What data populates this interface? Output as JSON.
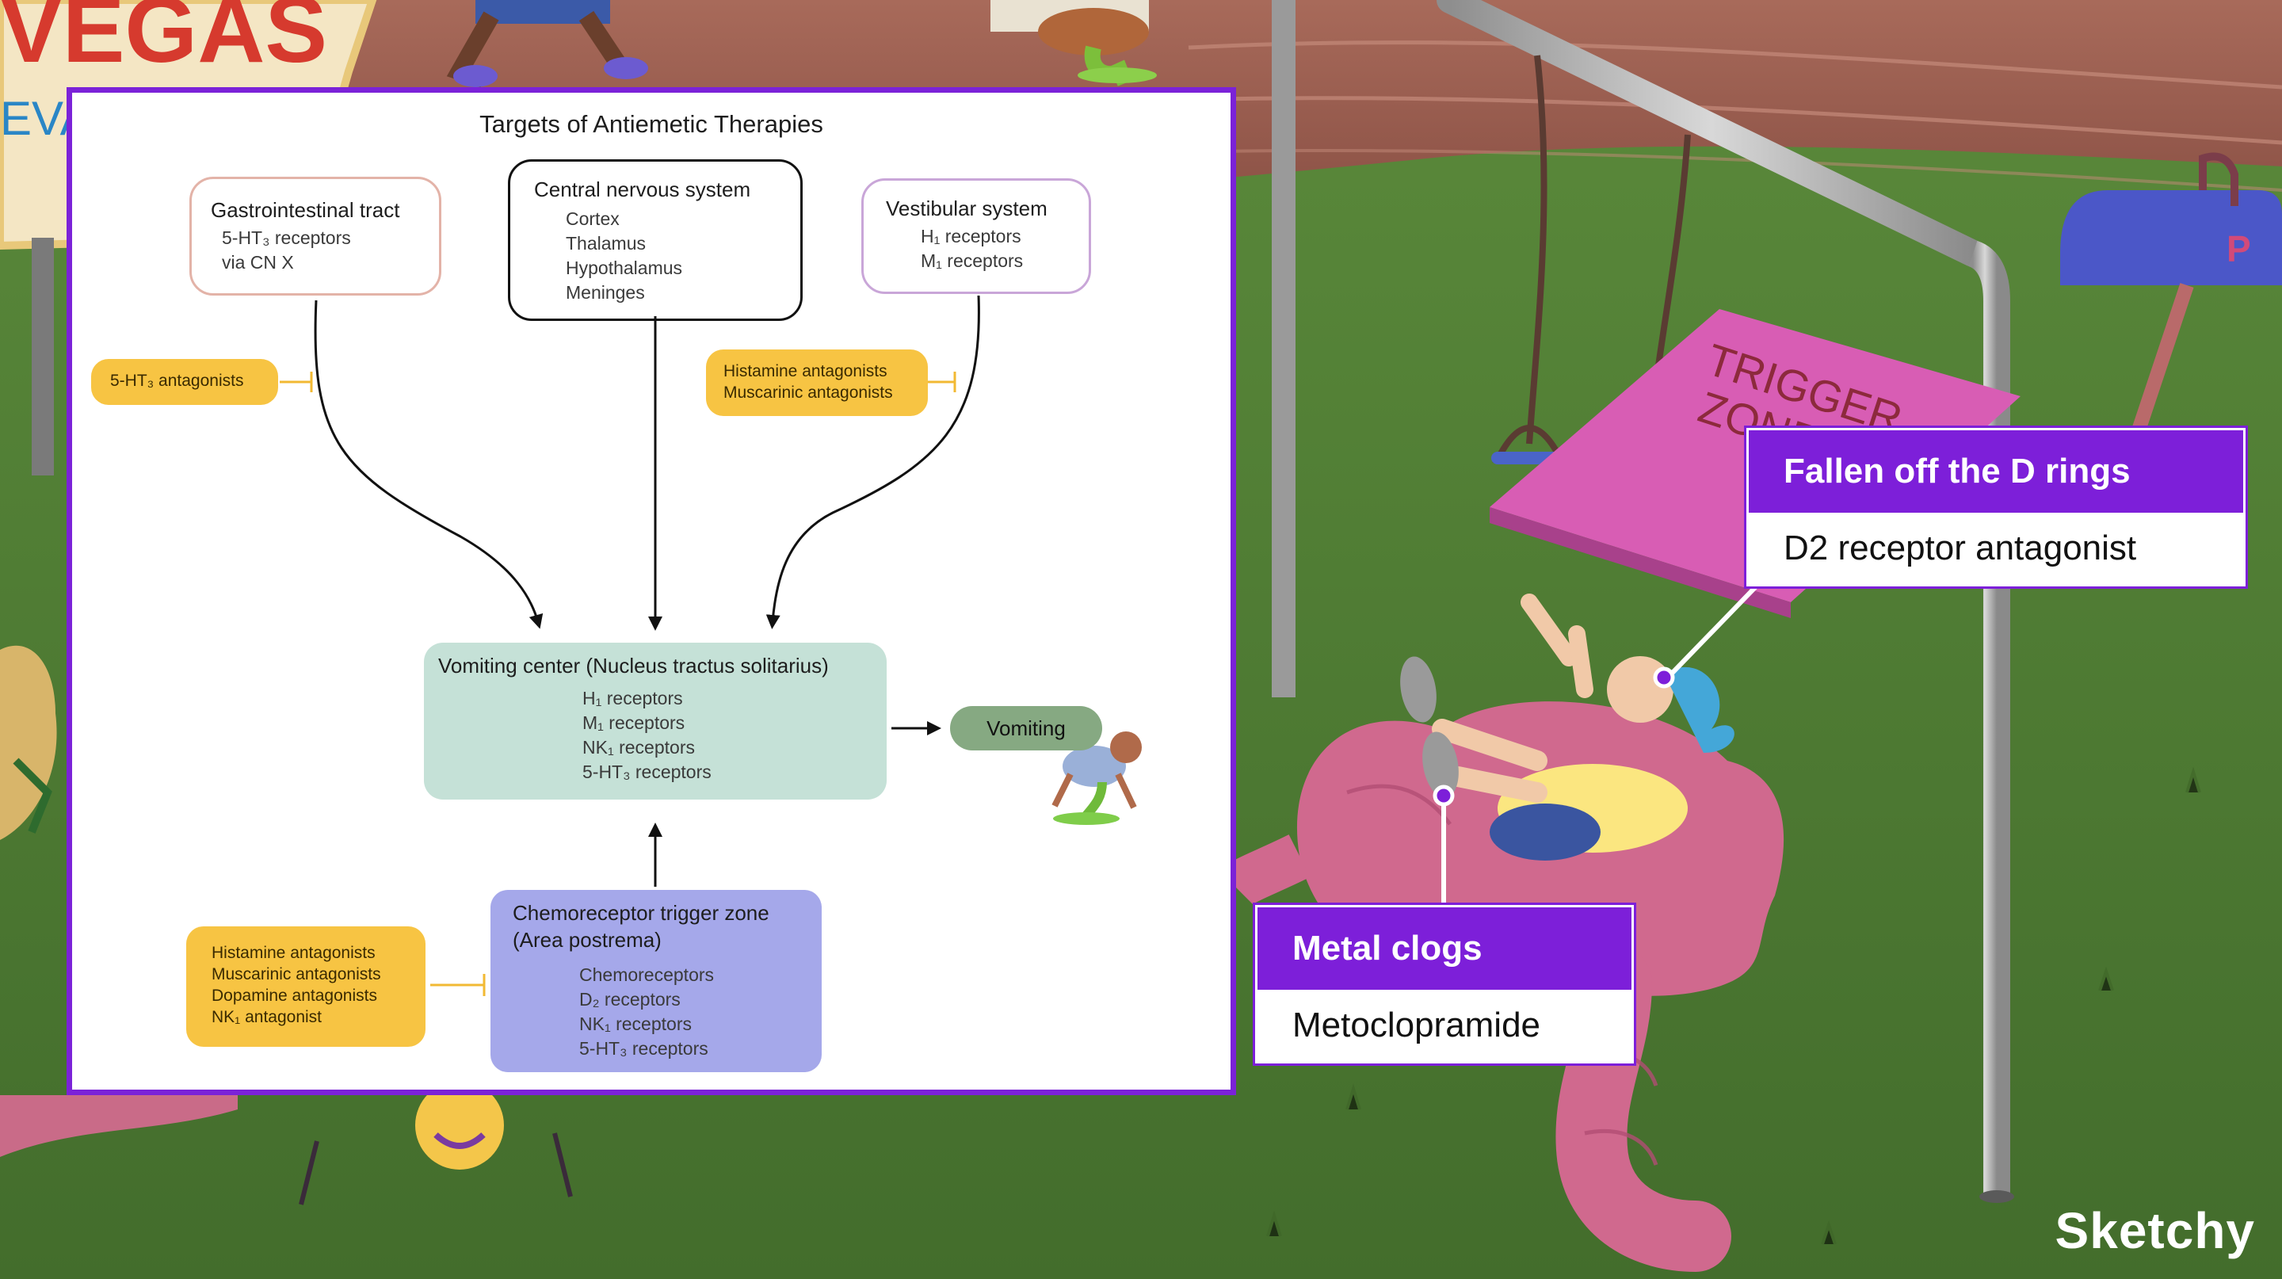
{
  "scene": {
    "sign_text": "VEGAS",
    "sign_subtext": "EVA",
    "pad_text_line1": "TRIGGER",
    "pad_text_line2": "ZONE",
    "mailbox_letter": "P"
  },
  "diagram": {
    "title": "Targets of Antiemetic Therapies",
    "gi": {
      "title": "Gastrointestinal tract",
      "lines": [
        "5-HT₃ receptors",
        "via CN X"
      ]
    },
    "cns": {
      "title": "Central nervous system",
      "lines": [
        "Cortex",
        "Thalamus",
        "Hypothalamus",
        "Meninges"
      ]
    },
    "vestibular": {
      "title": "Vestibular system",
      "lines": [
        "H₁ receptors",
        "M₁ receptors"
      ]
    },
    "pill_gi": {
      "lines": [
        "5-HT₃ antagonists"
      ]
    },
    "pill_vestibular": {
      "lines": [
        "Histamine antagonists",
        "Muscarinic antagonists"
      ]
    },
    "vomiting_center": {
      "title": "Vomiting center (Nucleus tractus solitarius)",
      "lines": [
        "H₁ receptors",
        "M₁ receptors",
        "NK₁ receptors",
        "5-HT₃ receptors"
      ]
    },
    "vomiting_label": "Vomiting",
    "ctz": {
      "title": "Chemoreceptor trigger zone\n(Area postrema)",
      "lines": [
        "Chemoreceptors",
        "D₂ receptors",
        "NK₁ receptors",
        "5-HT₃ receptors"
      ]
    },
    "pill_ctz": {
      "lines": [
        "Histamine antagonists",
        "Muscarinic antagonists",
        "Dopamine antagonists",
        "NK₁ antagonist"
      ]
    }
  },
  "callouts": {
    "rings": {
      "header": "Fallen off the D rings",
      "body": "D2 receptor antagonist"
    },
    "clogs": {
      "header": "Metal clogs",
      "body": "Metoclopramide"
    }
  },
  "brand": "Sketchy",
  "colors": {
    "accent": "#7d1fd9",
    "pill": "#f7c443",
    "vomiting_center": "#c5e1d7",
    "ctz": "#a5a8ea",
    "vomiting_pill": "#86a982",
    "grass": "#4f7a34",
    "track": "#9a5c4e"
  }
}
